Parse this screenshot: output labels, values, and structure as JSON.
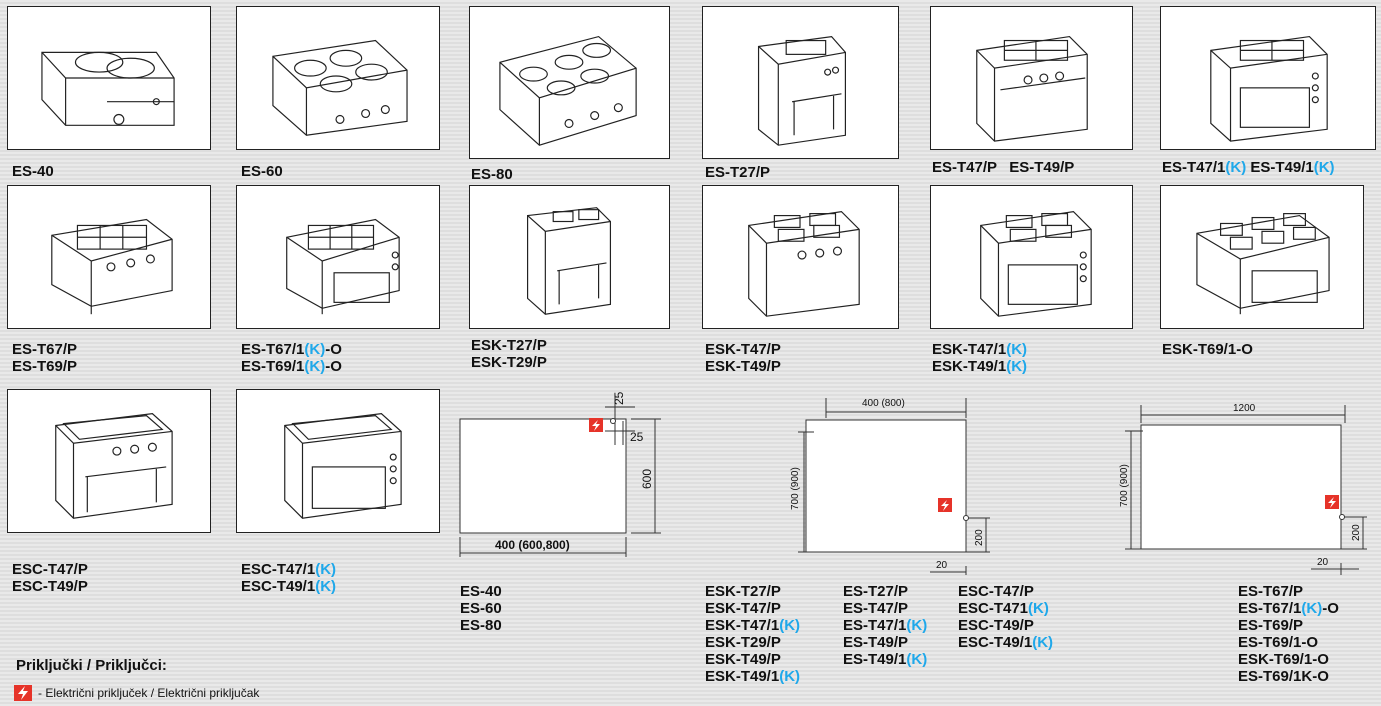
{
  "products": [
    {
      "id": "es40",
      "lines": [
        [
          "ES-40"
        ]
      ]
    },
    {
      "id": "es60",
      "lines": [
        [
          "ES-60"
        ]
      ]
    },
    {
      "id": "es80",
      "lines": [
        [
          "ES-80"
        ]
      ]
    },
    {
      "id": "est27p",
      "lines": [
        [
          "ES-T27/P"
        ]
      ]
    },
    {
      "id": "est47p",
      "lines": [
        [
          "ES-T47/P   ES-T49/P"
        ]
      ]
    },
    {
      "id": "est471",
      "lines": [
        [
          "ES-T47/1",
          "(K)",
          " ES-T49/1",
          "(K)"
        ]
      ]
    },
    {
      "id": "est67p",
      "lines": [
        [
          "ES-T67/P"
        ],
        [
          "ES-T69/P"
        ]
      ]
    },
    {
      "id": "est671o",
      "lines": [
        [
          "ES-T67/1",
          "(K)",
          "-O"
        ],
        [
          "ES-T69/1",
          "(K)",
          "-O"
        ]
      ]
    },
    {
      "id": "eskt27p",
      "lines": [
        [
          "ESK-T27/P"
        ],
        [
          "ESK-T29/P"
        ]
      ]
    },
    {
      "id": "eskt47p",
      "lines": [
        [
          "ESK-T47/P"
        ],
        [
          "ESK-T49/P"
        ]
      ]
    },
    {
      "id": "eskt471",
      "lines": [
        [
          "ESK-T47/1",
          "(K)"
        ],
        [
          "ESK-T49/1",
          "(K)"
        ]
      ]
    },
    {
      "id": "eskt691o",
      "lines": [
        [
          "ESK-T69/1-O"
        ]
      ]
    },
    {
      "id": "esct47p",
      "lines": [
        [
          "ESC-T47/P"
        ],
        [
          "ESC-T49/P"
        ]
      ]
    },
    {
      "id": "esct471",
      "lines": [
        [
          "ESC-T47/1",
          "(K)"
        ],
        [
          "ESC-T49/1",
          "(K)"
        ]
      ]
    }
  ],
  "diagram1": {
    "dims": [
      "25",
      "25",
      "600",
      "400 (600,800)"
    ],
    "models": [
      [
        "ES-40"
      ],
      [
        "ES-60"
      ],
      [
        "ES-80"
      ]
    ]
  },
  "diagram2": {
    "dims": [
      "400 (800)",
      "700 (900)",
      "200",
      "20"
    ],
    "col1": [
      [
        "ESK-T27/P"
      ],
      [
        "ESK-T47/P"
      ],
      [
        "ESK-T47/1",
        "(K)"
      ],
      [
        "ESK-T29/P"
      ],
      [
        "ESK-T49/P"
      ],
      [
        "ESK-T49/1",
        "(K)"
      ]
    ],
    "col2": [
      [
        "ES-T27/P"
      ],
      [
        "ES-T47/P"
      ],
      [
        "ES-T47/1",
        "(K)"
      ],
      [
        "ES-T49/P"
      ],
      [
        "ES-T49/1",
        "(K)"
      ]
    ],
    "col3": [
      [
        "ESC-T47/P"
      ],
      [
        "ESC-T471",
        "(K)"
      ],
      [
        "ESC-T49/P"
      ],
      [
        "ESC-T49/1",
        "(K)"
      ]
    ]
  },
  "diagram3": {
    "dims": [
      "1200",
      "700 (900)",
      "200",
      "20"
    ],
    "models": [
      [
        "ES-T67/P"
      ],
      [
        "ES-T67/1",
        "(K)",
        "-O"
      ],
      [
        "ES-T69/P"
      ],
      [
        "ES-T69/1-O"
      ],
      [
        "ESK-T69/1-O"
      ],
      [
        "ES-T69/1K-O"
      ]
    ]
  },
  "legend": {
    "title": "Priključki / Priključci:",
    "text": "- Električni priključek / Električni priključak",
    "icon": "lightning-bolt-icon",
    "color": "#e63329"
  },
  "accent": "#1fa8ea"
}
